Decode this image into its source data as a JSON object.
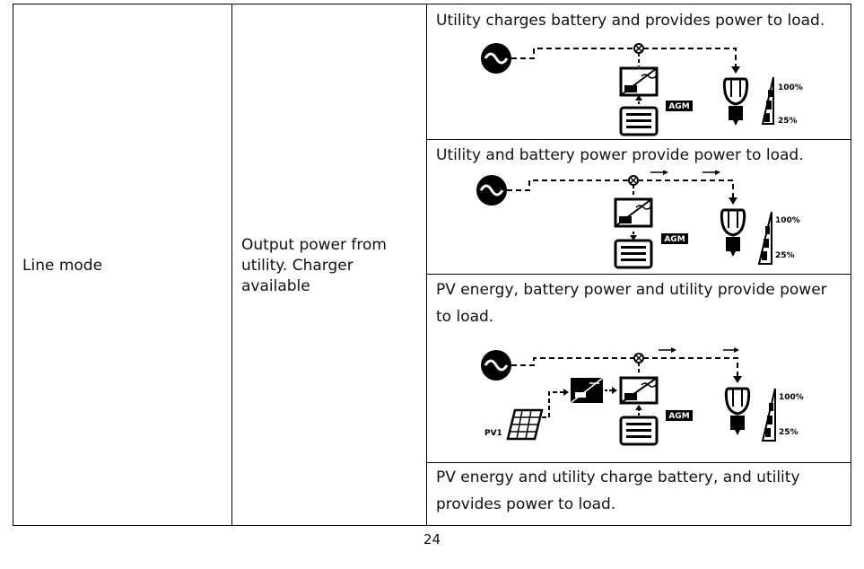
{
  "table": {
    "mode": "Line mode",
    "operation": "Output power from utility. Charger available",
    "scenarios": [
      {
        "description": "Utility charges battery and provides power to load.",
        "battery_label": "AGM",
        "load_levels": [
          "100%",
          "25%"
        ]
      },
      {
        "description": "Utility and battery power provide power to load.",
        "battery_label": "AGM",
        "load_levels": [
          "100%",
          "25%"
        ]
      },
      {
        "description": "PV energy, battery power and utility provide power to load.",
        "battery_label": "AGM",
        "pv_label": "PV1",
        "load_levels": [
          "100%",
          "25%"
        ]
      },
      {
        "description": "PV energy and utility charge battery, and utility provides power to load."
      }
    ]
  },
  "page_number": "24"
}
